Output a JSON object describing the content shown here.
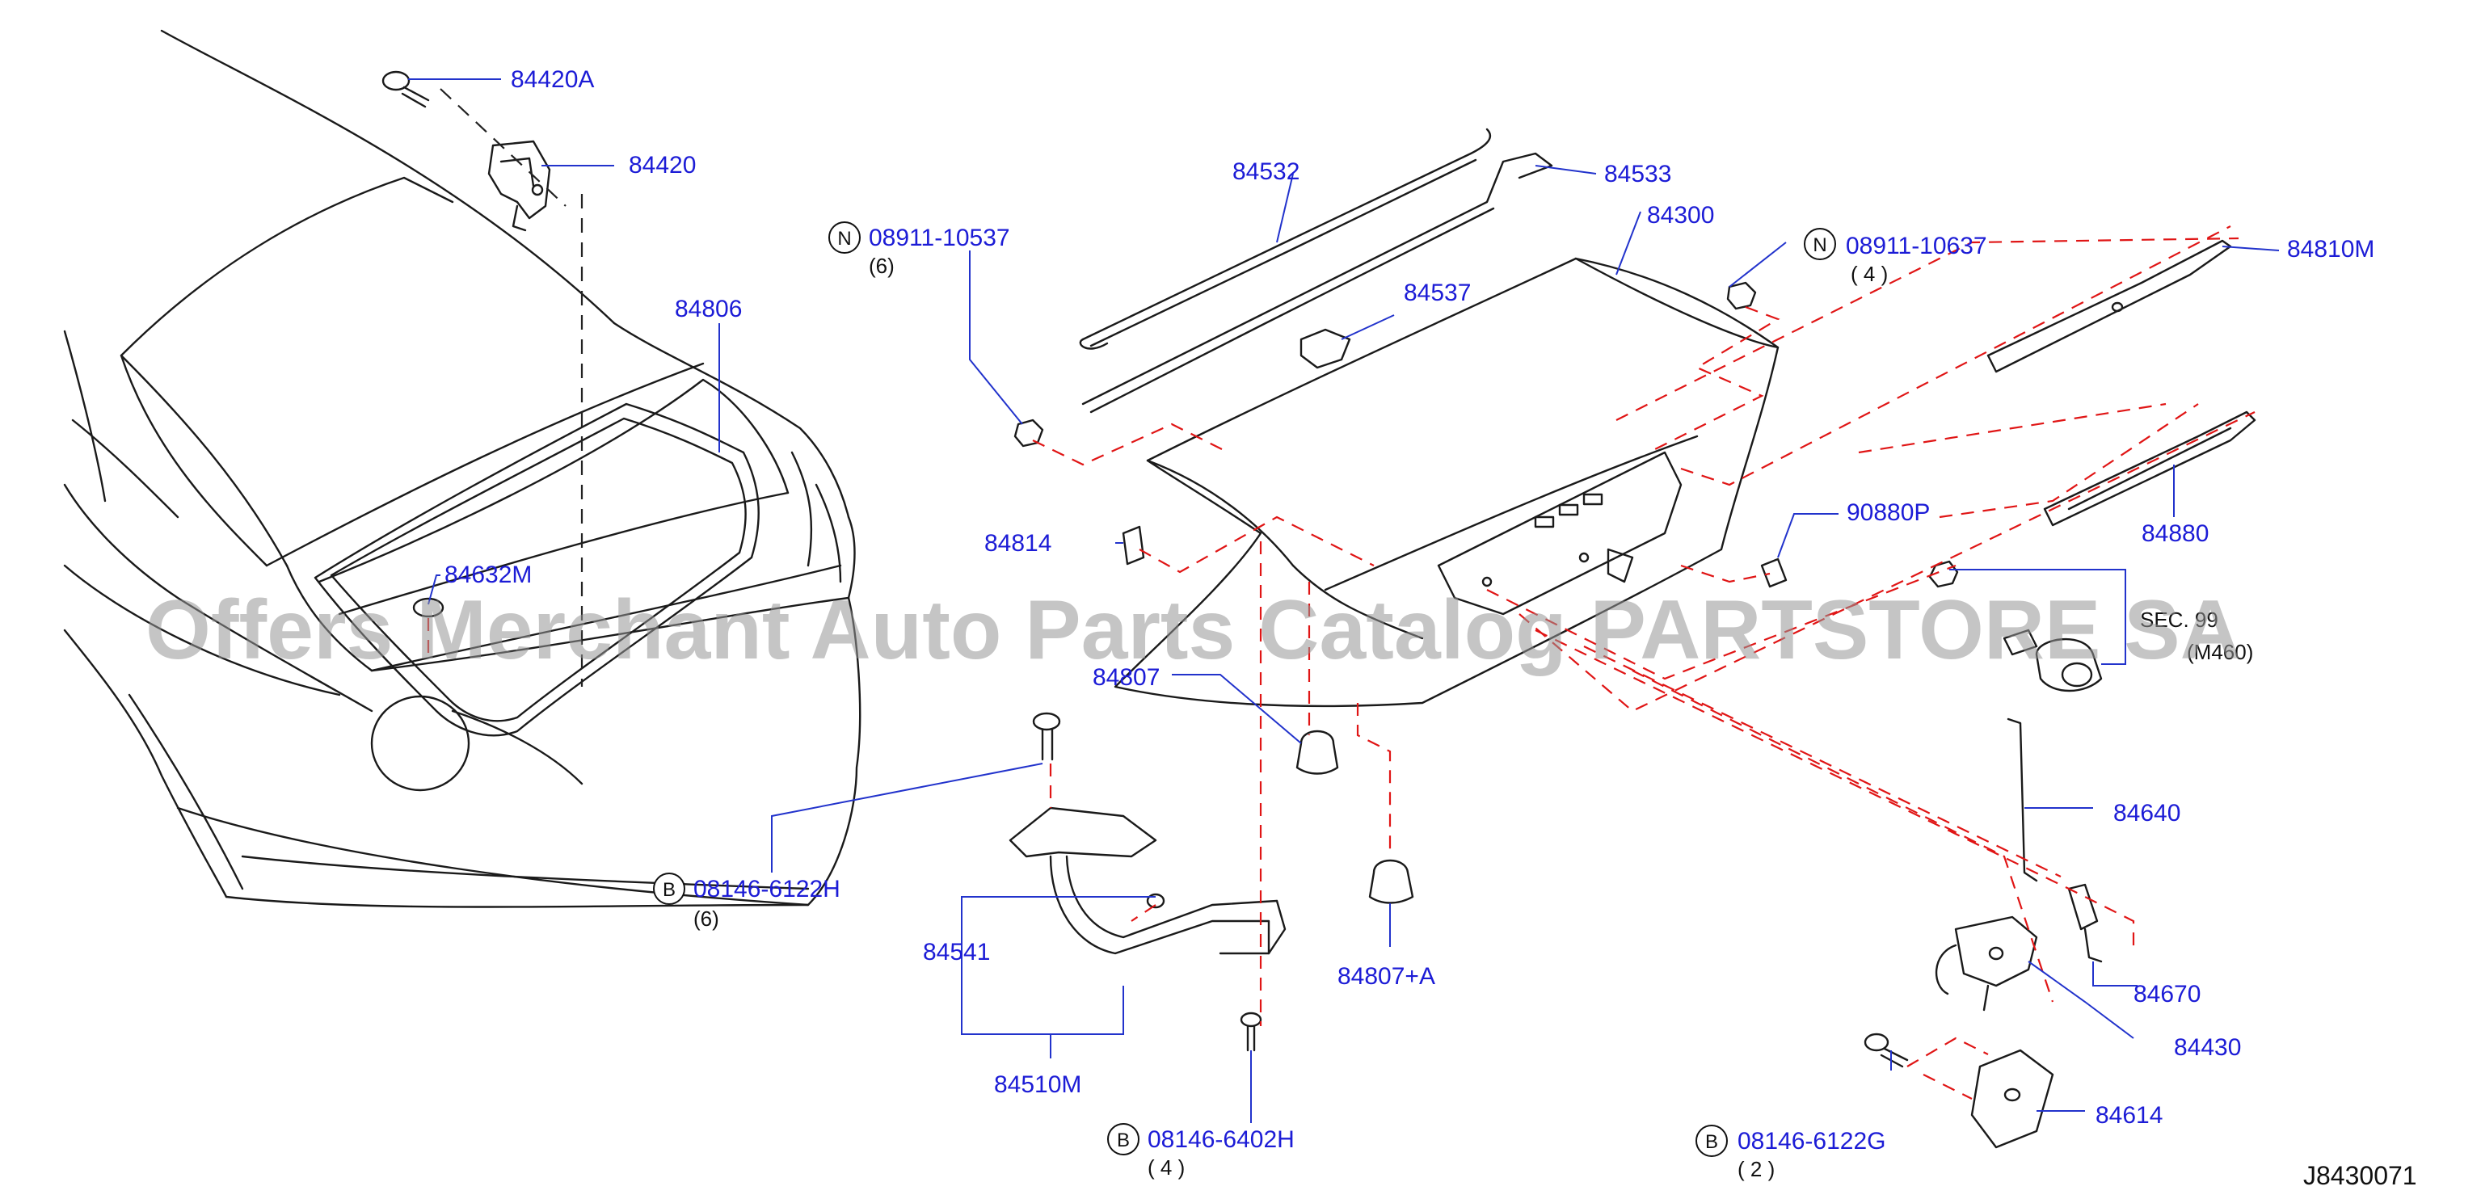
{
  "diagram_code": "J8430071",
  "watermark": "Offers Merchant Auto Parts Catalog PARTSTORE SA",
  "callouts": {
    "p84420A": "84420A",
    "p84420": "84420",
    "p84806": "84806",
    "p84632M": "84632M",
    "p84532": "84532",
    "p84533": "84533",
    "p84300": "84300",
    "p84537": "84537",
    "p84810M": "84810M",
    "p84880": "84880",
    "p90880P": "90880P",
    "p84814": "84814",
    "p84807": "84807",
    "p84807A": "84807+A",
    "p84541": "84541",
    "p84510M": "84510M",
    "p84640": "84640",
    "p84670": "84670",
    "p84430": "84430",
    "p84614": "84614",
    "sec_a": "SEC. 99",
    "sec_b": "(M460)"
  },
  "fasteners": [
    {
      "letter": "N",
      "part": "08911-10537",
      "qty": "(6)"
    },
    {
      "letter": "N",
      "part": "08911-10637",
      "qty": "( 4 )"
    },
    {
      "letter": "B",
      "part": "08146-6122H",
      "qty": "(6)"
    },
    {
      "letter": "B",
      "part": "08146-6402H",
      "qty": "( 4 )"
    },
    {
      "letter": "B",
      "part": "08146-6122G",
      "qty": "( 2 )"
    }
  ]
}
